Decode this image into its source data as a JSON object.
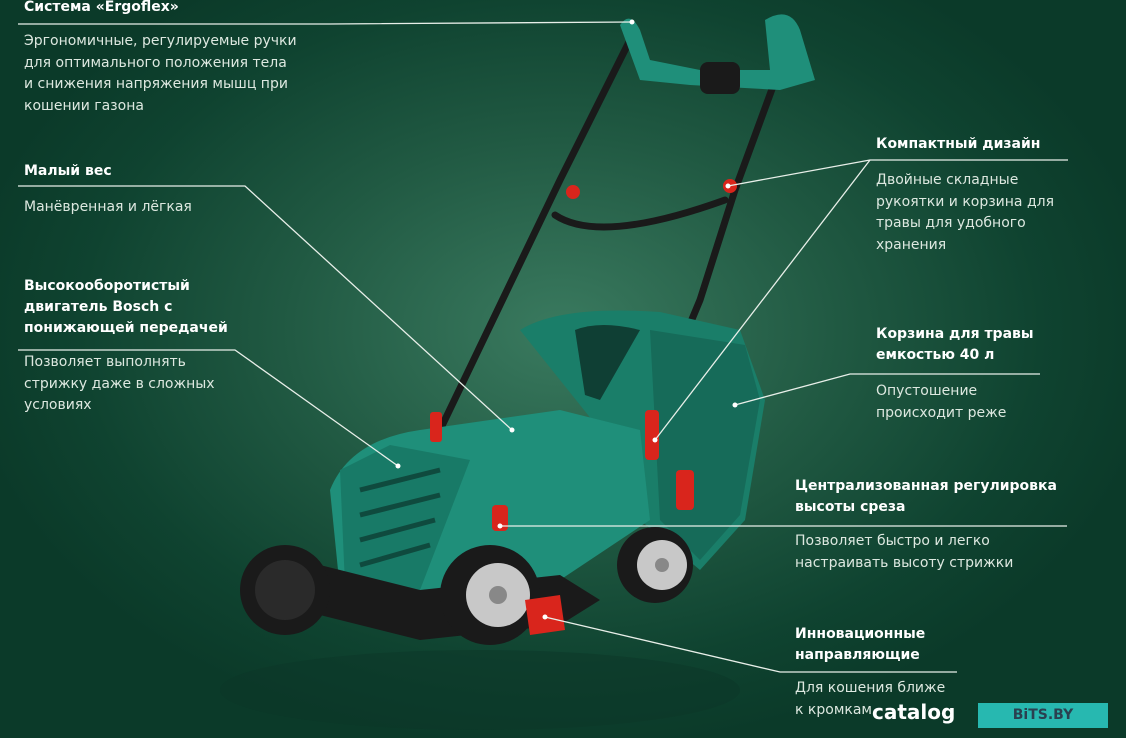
{
  "features": [
    {
      "title": "Система «Ergoflex»",
      "desc": [
        "Эргономичные, регулируемые ручки",
        "для оптимального положения тела",
        "и снижения напряжения мышц при",
        "кошении газона"
      ]
    },
    {
      "title": "Малый вес",
      "desc": [
        "Манёвренная и лёгкая"
      ]
    },
    {
      "title": [
        "Высокооборотистый",
        "двигатель Bosch с",
        "понижающей передачей"
      ],
      "desc": [
        "Позволяет выполнять",
        "стрижку даже в сложных",
        "условиях"
      ]
    },
    {
      "title": "Компактный дизайн",
      "desc": [
        "Двойные складные",
        "рукоятки и корзина для",
        "травы для удобного",
        "хранения"
      ]
    },
    {
      "title": [
        "Корзина для травы",
        "емкостью 40 л"
      ],
      "desc": [
        "Опустошение",
        "происходит реже"
      ]
    },
    {
      "title": [
        "Централизованная регулировка",
        "высоты среза"
      ],
      "desc": [
        "Позволяет быстро и легко",
        "настраивать высоту стрижки"
      ]
    },
    {
      "title": [
        "Инновационные",
        "направляющие"
      ],
      "desc": [
        "Для кошения ближе",
        "к кромкам"
      ]
    }
  ],
  "watermark": {
    "text": "catalog",
    "badge": "BiTS.BY"
  },
  "colors": {
    "body": "#1f8f7a",
    "accent": "#d9251c",
    "background": "#1c5a42"
  }
}
